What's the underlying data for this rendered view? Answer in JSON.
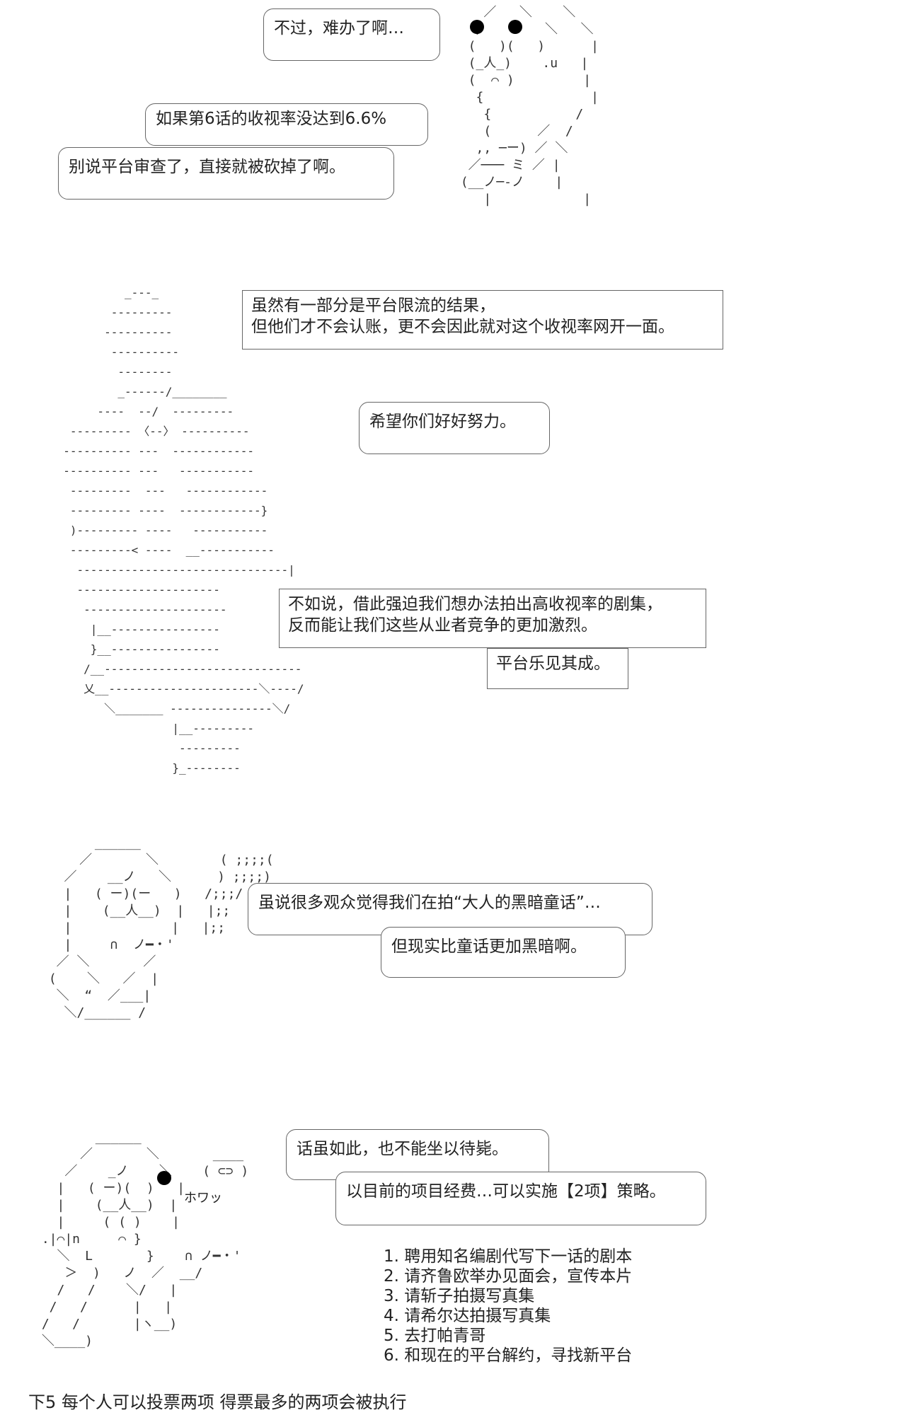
{
  "panel1": {
    "bubble_a": "不过，难办了啊…",
    "bubble_b": "如果第6话的收视率没达到6.6%",
    "bubble_c": "别说平台审查了，直接就被砍掉了啊。"
  },
  "panel2": {
    "box_a_line1": "虽然有一部分是平台限流的结果，",
    "box_a_line2": "但他们才不会认账，更不会因此就对这个收视率网开一面。",
    "bubble_b": "希望你们好好努力。",
    "box_c_line1": "不如说，借此强迫我们想办法拍出高收视率的剧集，",
    "box_c_line2": "反而能让我们这些从业者竞争的更加激烈。",
    "box_d": "平台乐见其成。"
  },
  "panel3": {
    "bubble_a": "虽说很多观众觉得我们在拍“大人的黑暗童话”…",
    "bubble_b": "但现实比童话更加黑暗啊。"
  },
  "panel4": {
    "bubble_a": "话虽如此，也不能坐以待毙。",
    "bubble_b": "以目前的项目经费…可以实施【2项】策略。",
    "sfx": "ホワッ",
    "options": [
      "1. 聘用知名编剧代写下一话的剧本",
      "2. 请齐鲁欧举办见面会，宣传本片",
      "3. 请斩子拍摄写真集",
      "4. 请希尔达拍摄写真集",
      "5. 去打帕青哥",
      "6. 和现在的平台解约，寻找新平台"
    ]
  },
  "footer": "下5 每个人可以投票两项 得票最多的两项会被执行"
}
